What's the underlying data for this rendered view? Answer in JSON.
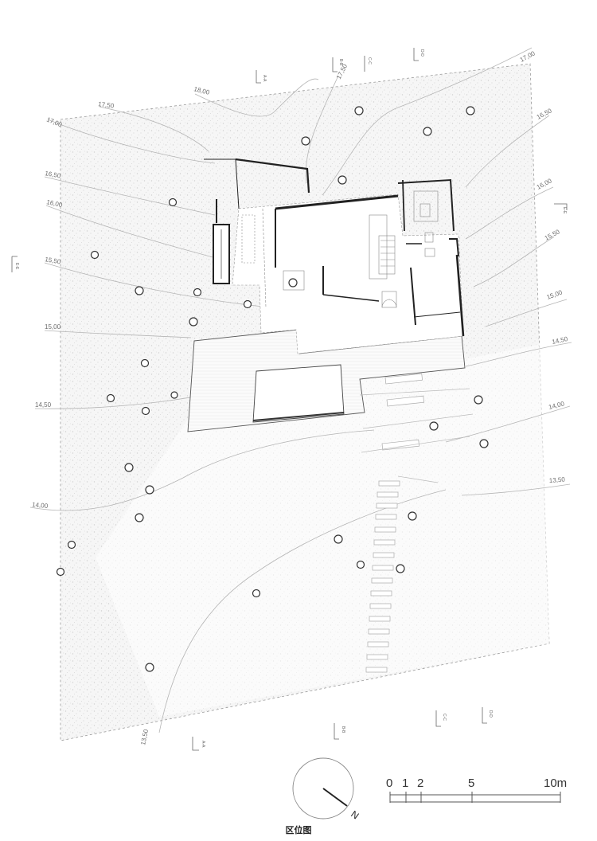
{
  "contours": [
    {
      "label": "17,00"
    },
    {
      "label": "17,50"
    },
    {
      "label": "18,00"
    },
    {
      "label": "17,50"
    },
    {
      "label": "17,00"
    },
    {
      "label": "16,50"
    },
    {
      "label": "16,50"
    },
    {
      "label": "16,00"
    },
    {
      "label": "16,00"
    },
    {
      "label": "15,50"
    },
    {
      "label": "15,50"
    },
    {
      "label": "15,00"
    },
    {
      "label": "15,00"
    },
    {
      "label": "14,50"
    },
    {
      "label": "14,50"
    },
    {
      "label": "14,00"
    },
    {
      "label": "14,00"
    },
    {
      "label": "13,50"
    },
    {
      "label": "13,50"
    }
  ],
  "section_markers": [
    {
      "label": "A-A"
    },
    {
      "label": "B-B"
    },
    {
      "label": "C-C"
    },
    {
      "label": "D-D"
    },
    {
      "label": "E-E"
    },
    {
      "label": "E-E"
    },
    {
      "label": "A-A"
    },
    {
      "label": "B-B"
    },
    {
      "label": "C-C"
    },
    {
      "label": "D-D"
    }
  ],
  "scale_bar": {
    "labels": [
      "0",
      "1",
      "2",
      "5",
      "10m"
    ]
  },
  "north_arrow": {
    "label": "N"
  },
  "caption": "区位图"
}
